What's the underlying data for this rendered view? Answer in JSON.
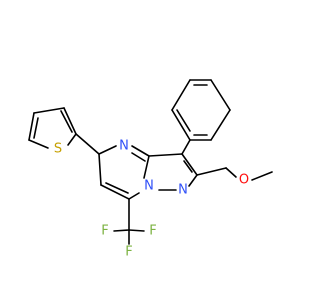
{
  "molecule": {
    "atom_labels": {
      "n_pyrimidine": "N",
      "n_bridgehead": "N",
      "n_pyrazole": "N",
      "s_thiophene": "S",
      "o_ether": "O",
      "f_top": "F",
      "f_left": "F",
      "f_right": "F"
    },
    "colors": {
      "bond": "#000000",
      "nitrogen": "#3050F8",
      "sulfur": "#C6A000",
      "oxygen": "#FF0D0D",
      "fluorine": "#7CB342",
      "background": "#FFFFFF"
    }
  }
}
